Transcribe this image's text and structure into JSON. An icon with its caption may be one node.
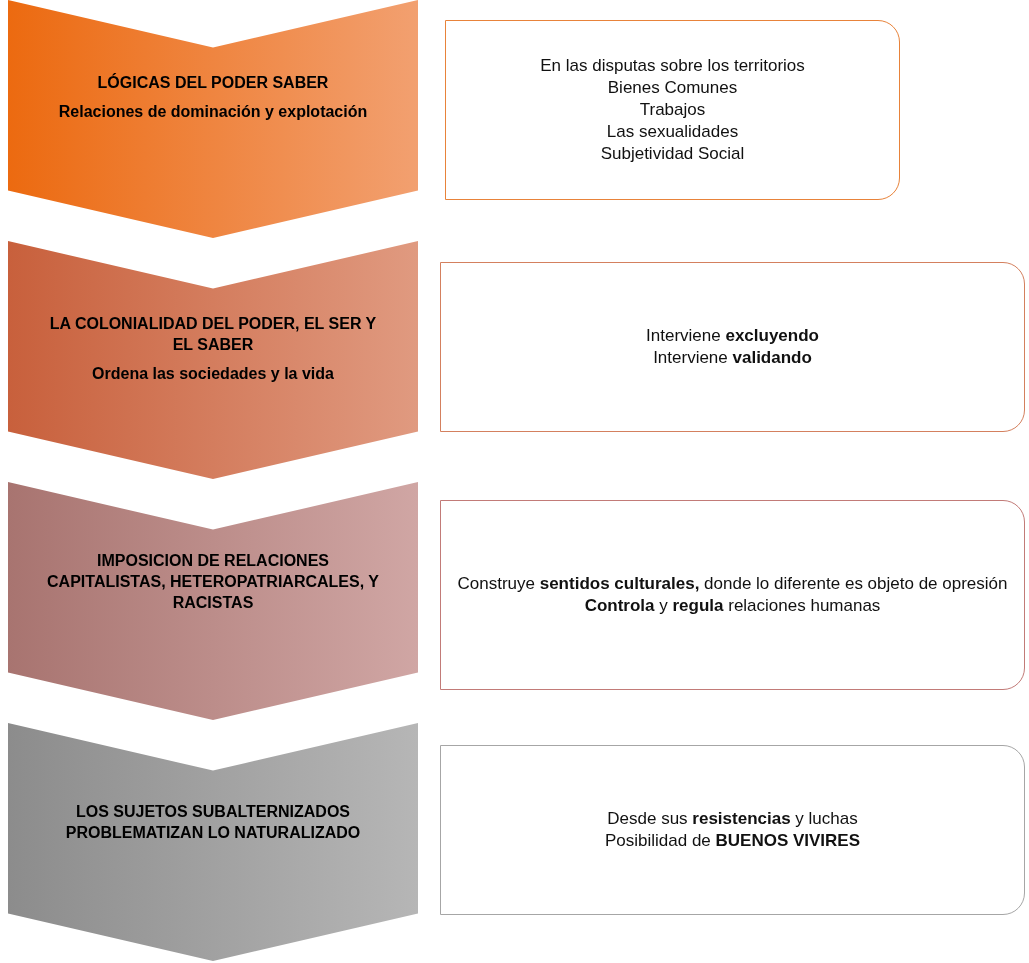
{
  "diagram": {
    "nodes": [
      {
        "text": [
          "LÓGICAS DEL PODER SABER",
          "Relaciones de dominación y explotación"
        ]
      },
      {
        "text": [
          "En las disputas sobre los territorios",
          "Bienes Comunes",
          "Trabajos",
          "Las sexualidades",
          "Subjetividad Social"
        ]
      },
      {
        "text": [
          "LA COLONIALIDAD DEL PODER, EL SER Y EL SABER",
          "Ordena las sociedades y la vida"
        ]
      },
      {
        "text": [
          "Interviene **excluyendo**",
          "Interviene **validando**"
        ]
      },
      {
        "text": [
          "IMPOSICION DE RELACIONES CAPITALISTAS, HETEROPATRIARCALES, Y RACISTAS"
        ]
      },
      {
        "text": [
          "Construye **sentidos culturales,** donde lo diferente es objeto de opresión",
          "**Controla** y **regula** relaciones humanas"
        ]
      },
      {
        "text": [
          "LOS SUJETOS SUBALTERNIZADOS PROBLEMATIZAN LO NATURALIZADO"
        ]
      },
      {
        "text": [
          "Desde sus **resistencias** y luchas",
          "Posibilidad de **BUENOS VIVIRES**"
        ]
      }
    ]
  }
}
